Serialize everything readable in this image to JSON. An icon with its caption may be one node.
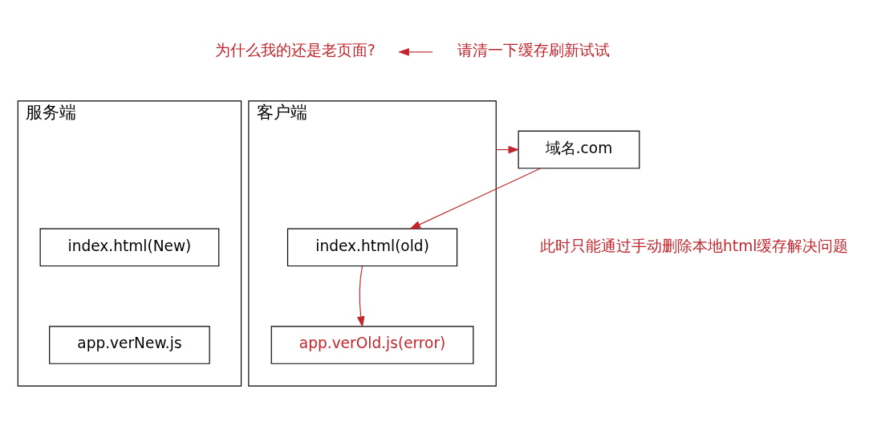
{
  "diagram": {
    "nodes": [
      {
        "text": [
          "为什么我的还是老页面?"
        ]
      },
      {
        "text": [
          "请清一下缓存刷新试试"
        ]
      },
      {
        "text": [
          "客户端"
        ]
      },
      {
        "text": [
          "index.html(old)"
        ],
        "in": 2
      },
      {
        "text": [
          "app.verOld.js(error)"
        ],
        "in": 2
      },
      {
        "text": [
          "域名.com"
        ]
      },
      {
        "text": [
          "服务端"
        ]
      },
      {
        "text": [
          "index.html(New)"
        ],
        "in": 6
      },
      {
        "text": [
          "app.verNew.js"
        ],
        "in": 6
      }
    ],
    "edges": [
      {
        "from": 1,
        "to": 0,
        "arrow": "to"
      },
      {
        "from": 2,
        "to": 5,
        "arrow": "to"
      },
      {
        "from": 5,
        "to": 3,
        "arrow": "to"
      },
      {
        "from": 3,
        "to": 4,
        "arrow": "to"
      }
    ],
    "labels": [
      "此时只能通过手动删除本地html缓存解决问题"
    ]
  }
}
